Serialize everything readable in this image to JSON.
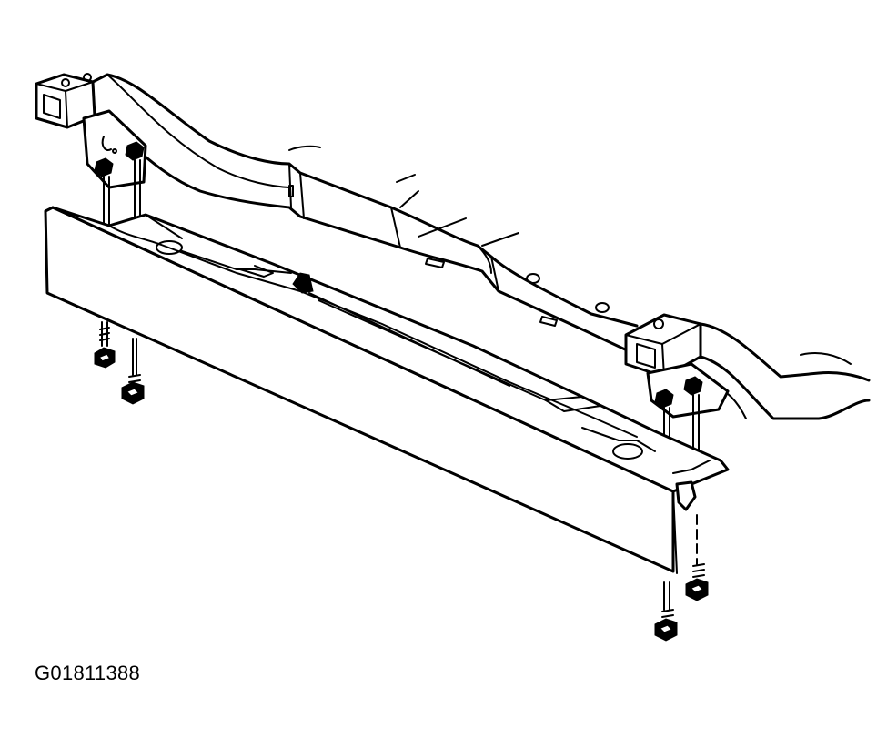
{
  "figure": {
    "code": "G01811388"
  },
  "parts": {
    "crossmember": "frame-crossmember",
    "shield": "skid-plate-shield",
    "fastener_count": 4,
    "nut_count": 4
  },
  "colors": {
    "line": "#000000",
    "background": "#ffffff"
  }
}
